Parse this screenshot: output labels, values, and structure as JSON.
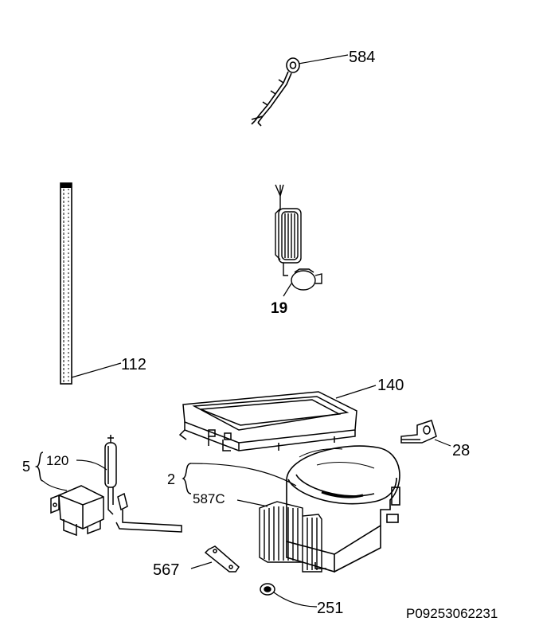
{
  "labels": {
    "p584": "584",
    "p19": "19",
    "p112": "112",
    "p140": "140",
    "p28": "28",
    "p5": "5",
    "p120": "120",
    "p2": "2",
    "p587c": "587C",
    "p567": "567",
    "p251": "251"
  },
  "drawing_code": "P09253062231"
}
